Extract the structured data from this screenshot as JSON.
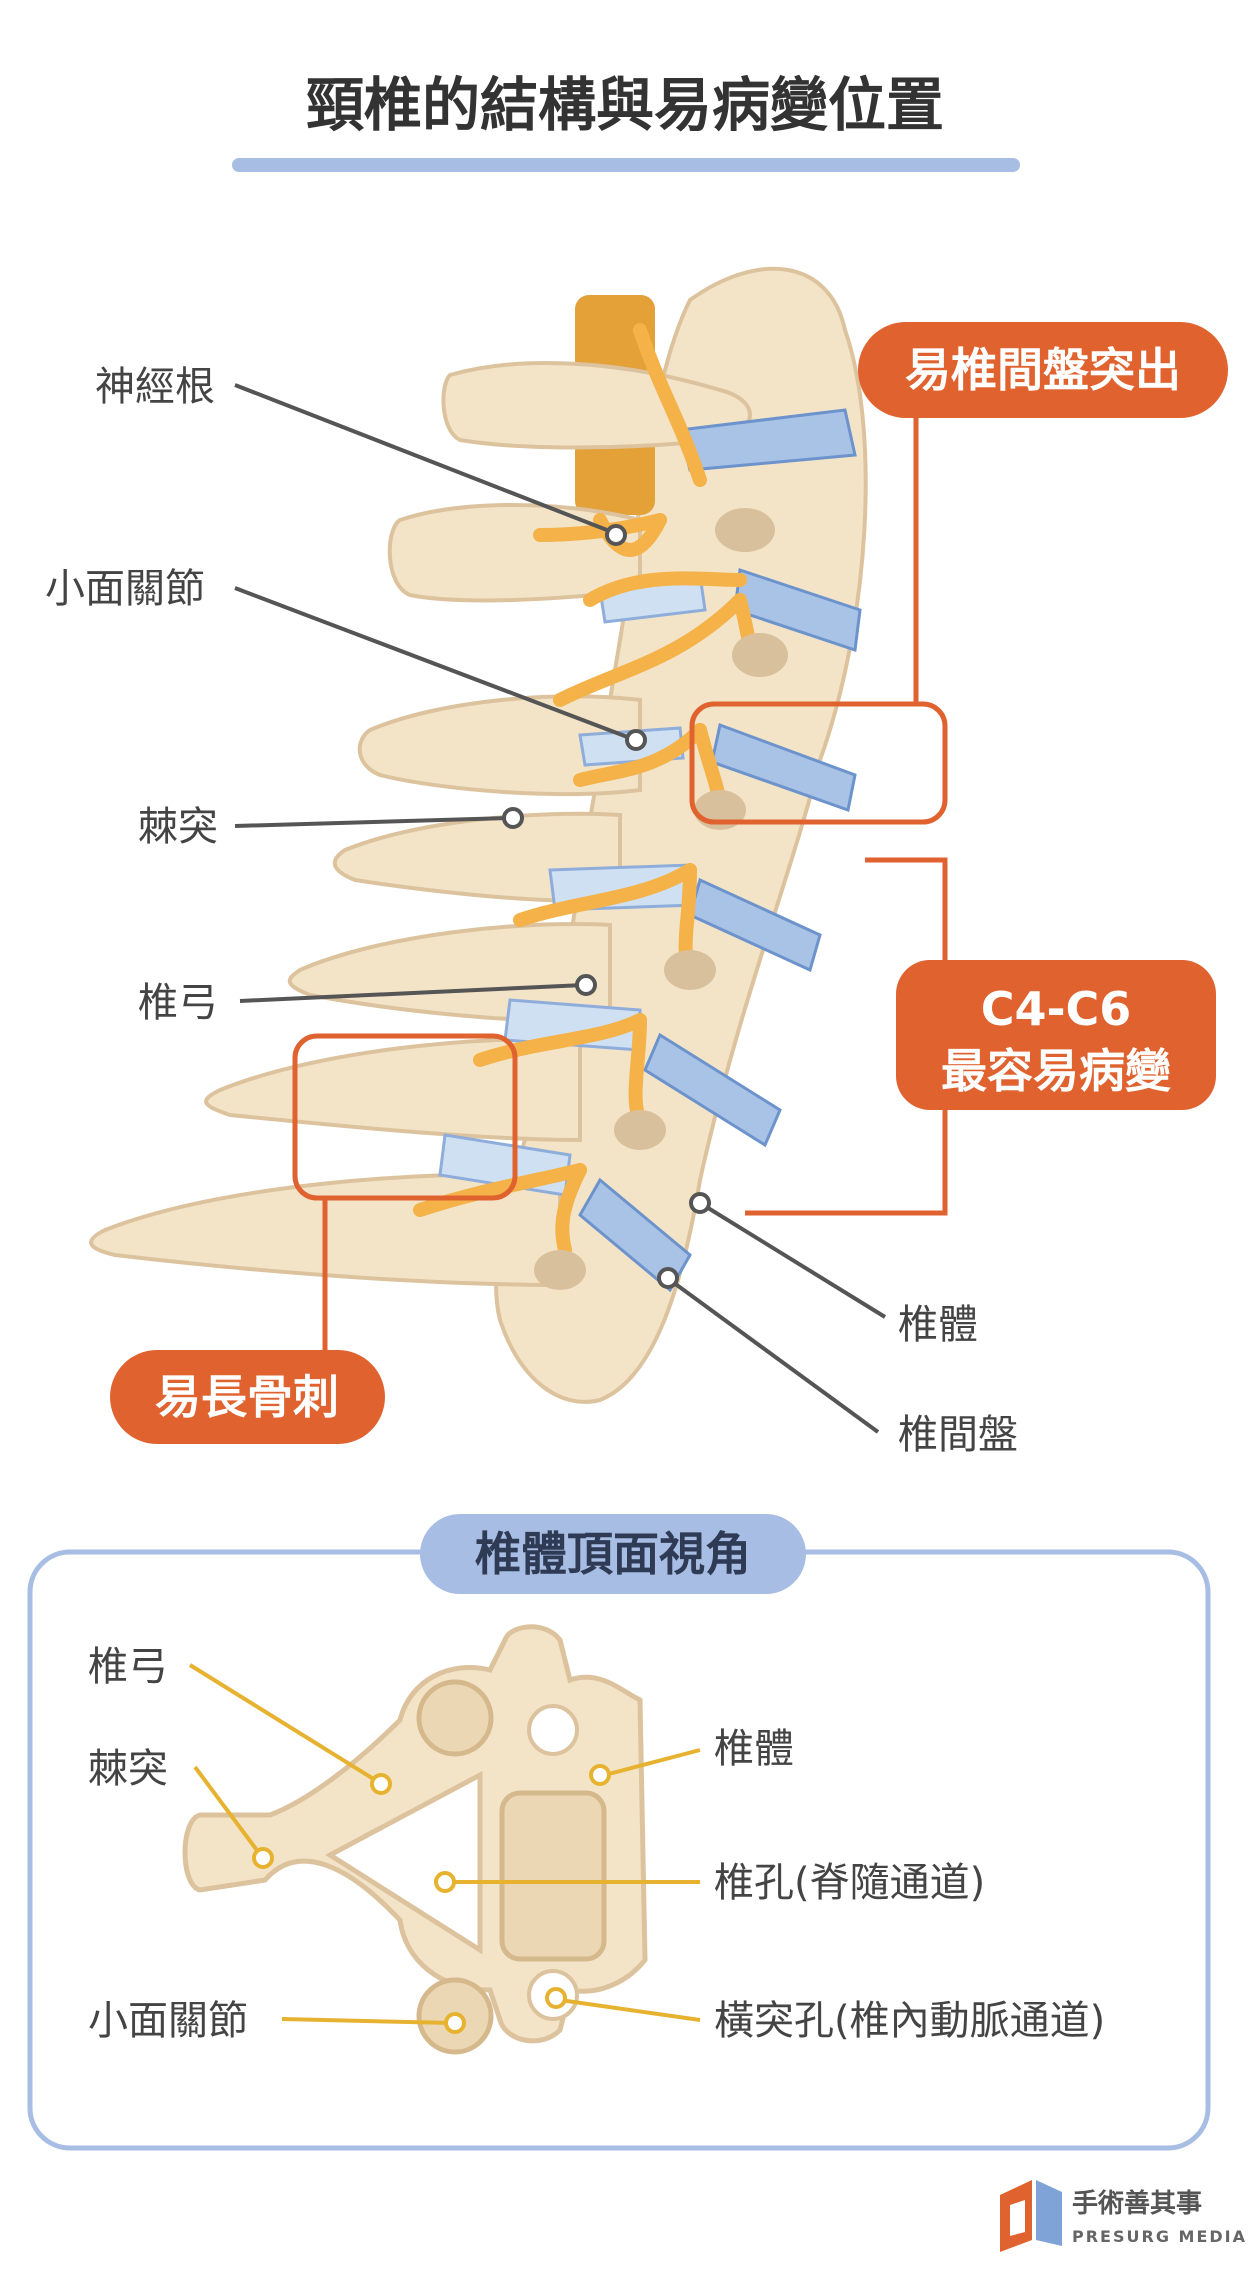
{
  "title": "頸椎的結構與易病變位置",
  "side_view": {
    "labels": {
      "nerve_root": "神經根",
      "facet_joint": "小面關節",
      "spinous_process": "棘突",
      "vertebral_arch": "椎弓",
      "vertebral_body": "椎體",
      "disc": "椎間盤"
    },
    "callouts": {
      "disc_herniation": "易椎間盤突出",
      "c4c6_line1": "C4-C6",
      "c4c6_line2": "最容易病變",
      "bone_spur": "易長骨刺"
    }
  },
  "top_view": {
    "heading": "椎體頂面視角",
    "labels": {
      "arch": "椎弓",
      "spinous": "棘突",
      "facet": "小面關節",
      "body": "椎體",
      "foramen": "椎孔(脊隨通道)",
      "transverse_foramen": "橫突孔(椎內動脈通道)"
    }
  },
  "brand": {
    "name": "手術善其事",
    "sub": "PRESURG MEDIA"
  },
  "colors": {
    "accent": "#e0622f",
    "bone": "#f3e4c8",
    "bone_shadow": "#dcc39e",
    "disc": "#a9c3e6",
    "nerve": "#f4b248",
    "frame_blue": "#a7bde3",
    "leader_dark": "#555555",
    "leader_gold": "#e6b230"
  }
}
